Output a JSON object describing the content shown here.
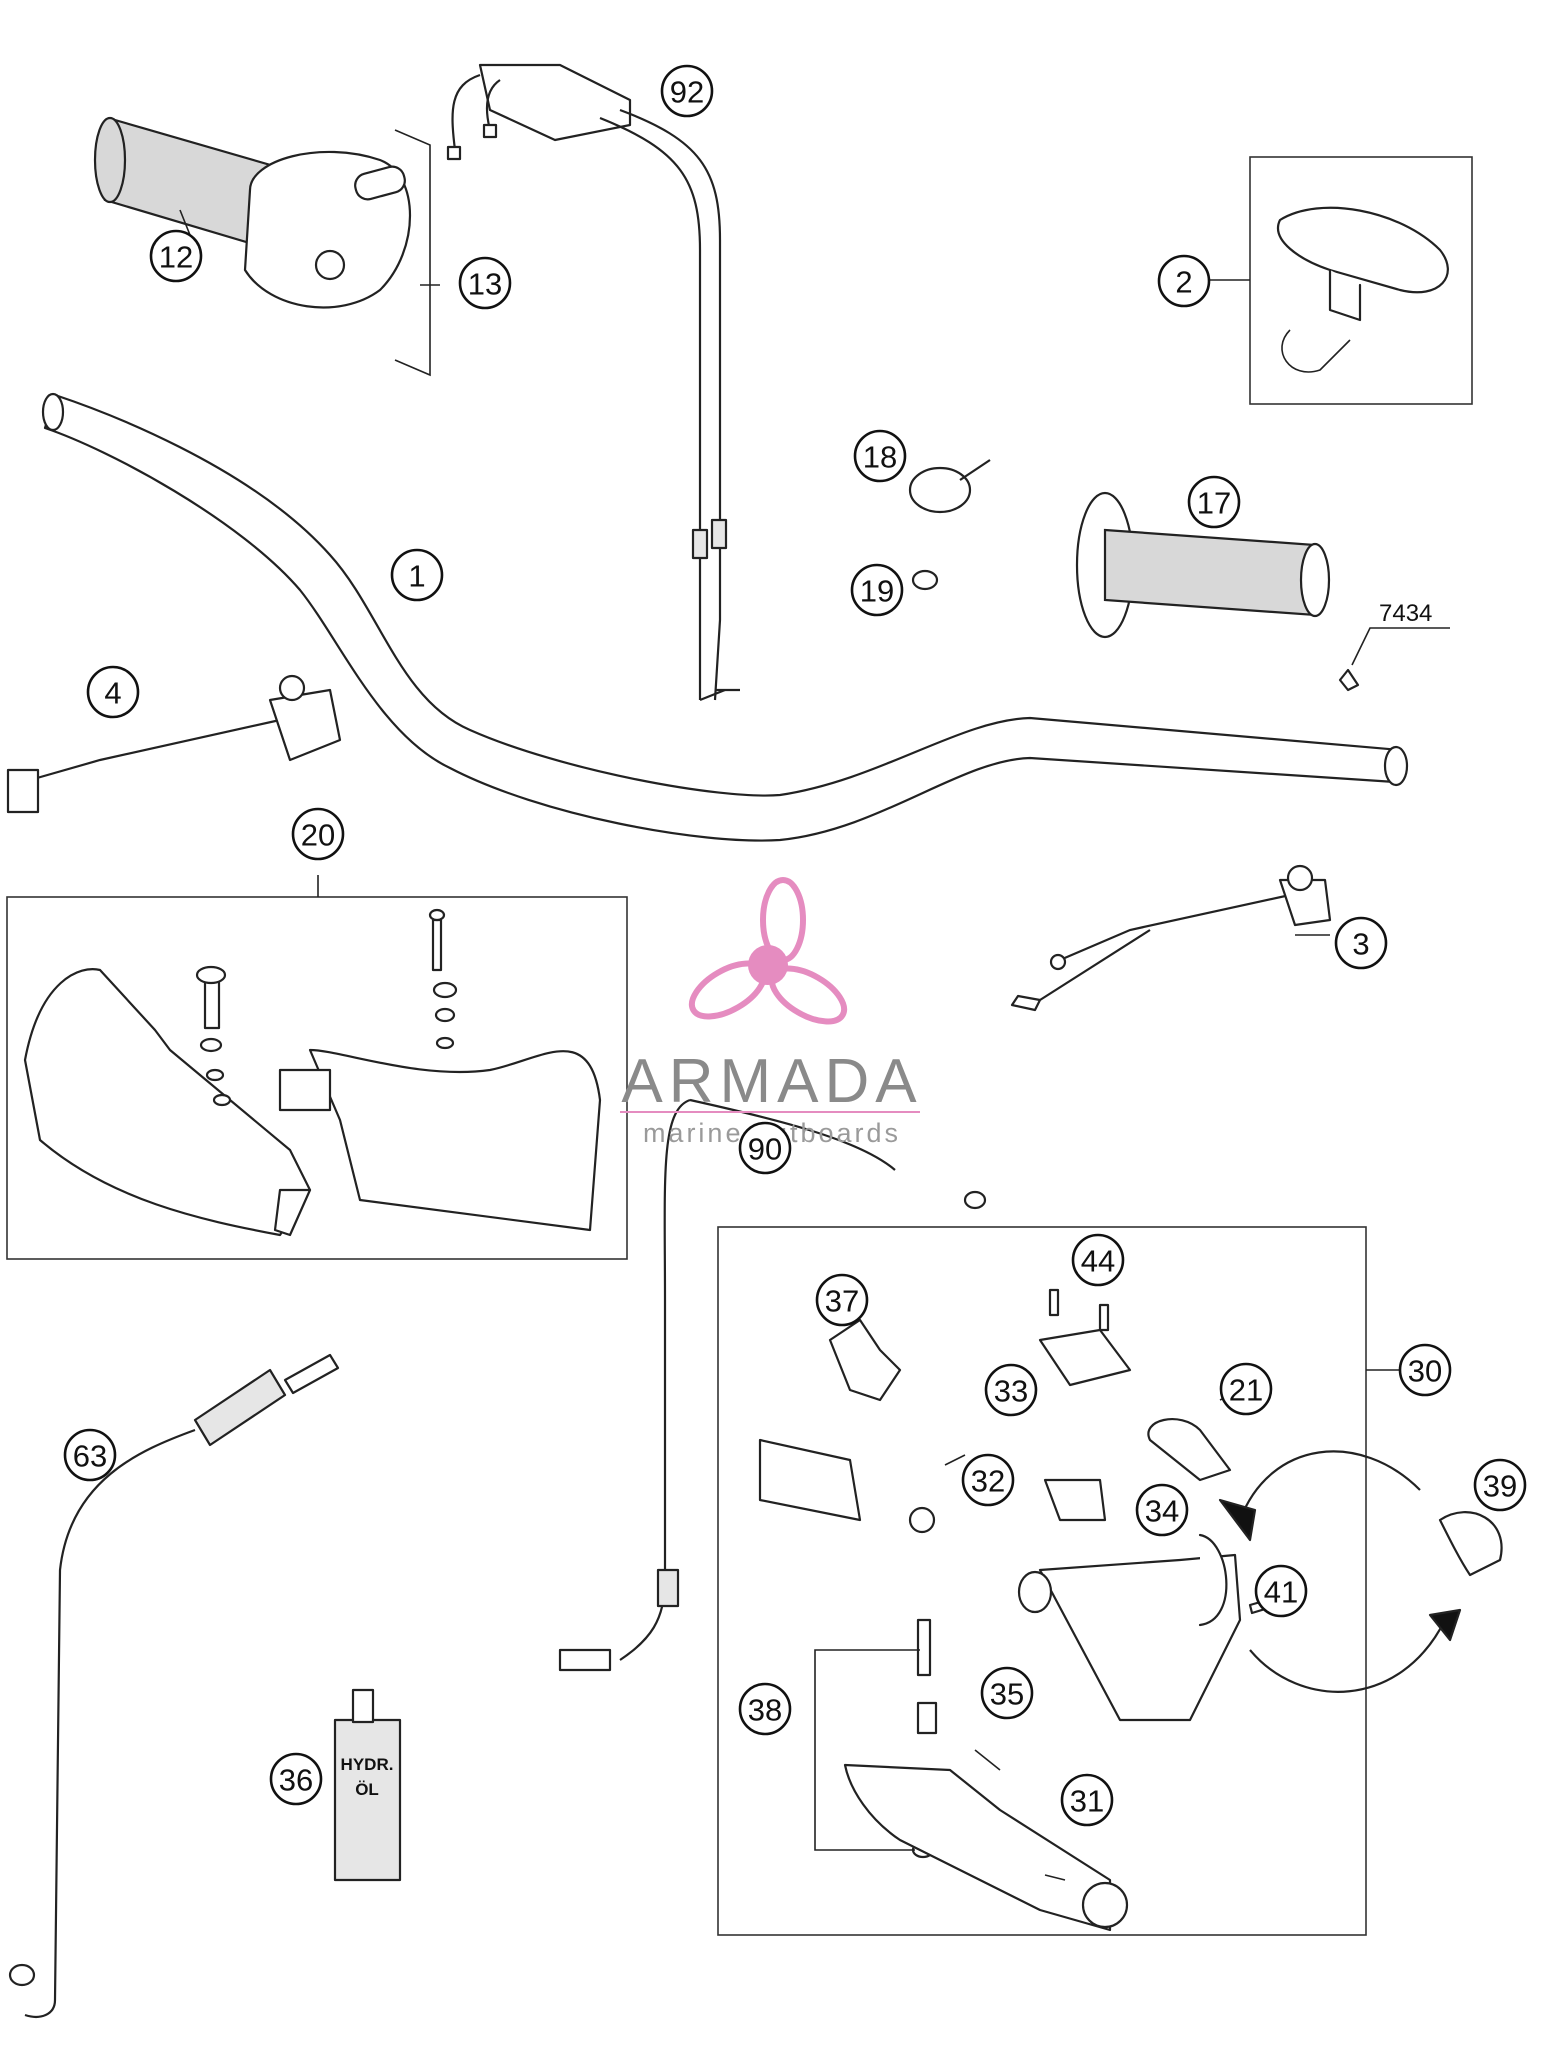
{
  "diagram": {
    "callouts": [
      "1",
      "2",
      "3",
      "4",
      "12",
      "13",
      "17",
      "18",
      "19",
      "20",
      "21",
      "30",
      "31",
      "32",
      "33",
      "34",
      "35",
      "36",
      "37",
      "38",
      "39",
      "41",
      "44",
      "63",
      "90",
      "92"
    ],
    "part_code": "7434",
    "bottle_label": [
      "HYDR.",
      "ÖL"
    ],
    "watermark": {
      "title": "ARMADA",
      "subtitle": "marine outboards",
      "logo_color": "#e58cc0"
    }
  }
}
